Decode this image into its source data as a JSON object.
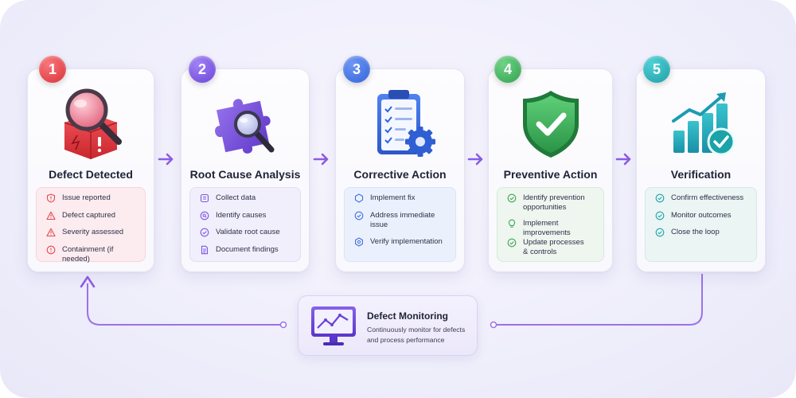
{
  "steps": [
    {
      "number": "1",
      "title": "Defect Detected",
      "color": "#e5484d",
      "items": [
        {
          "icon": "shield-alert-icon",
          "text": "Issue reported"
        },
        {
          "icon": "warning-triangle-icon",
          "text": "Defect captured"
        },
        {
          "icon": "warning-triangle-icon",
          "text": "Severity assessed"
        },
        {
          "icon": "alert-circle-icon",
          "text": "Containment (if needed)"
        }
      ]
    },
    {
      "number": "2",
      "title": "Root Cause Analysis",
      "color": "#7b55e0",
      "items": [
        {
          "icon": "database-icon",
          "text": "Collect data"
        },
        {
          "icon": "search-icon",
          "text": "Identify causes"
        },
        {
          "icon": "check-circle-icon",
          "text": "Validate root cause"
        },
        {
          "icon": "document-icon",
          "text": "Document findings"
        }
      ]
    },
    {
      "number": "3",
      "title": "Corrective Action",
      "color": "#3f6fe0",
      "items": [
        {
          "icon": "shield-icon",
          "text": "Implement fix"
        },
        {
          "icon": "check-circle-icon",
          "text": "Address immediate issue"
        },
        {
          "icon": "gear-icon",
          "text": "Verify implementation"
        }
      ]
    },
    {
      "number": "4",
      "title": "Preventive Action",
      "color": "#3ea65a",
      "items": [
        {
          "icon": "check-circle-icon",
          "text": "Identify prevention opportunities"
        },
        {
          "icon": "lightbulb-icon",
          "text": "Implement improvements"
        },
        {
          "icon": "check-circle-icon",
          "text": "Update processes & controls"
        }
      ]
    },
    {
      "number": "5",
      "title": "Verification",
      "color": "#1fa3a8",
      "items": [
        {
          "icon": "check-circle-icon",
          "text": "Confirm effectiveness"
        },
        {
          "icon": "check-circle-icon",
          "text": "Monitor outcomes"
        },
        {
          "icon": "check-circle-icon",
          "text": "Close the loop"
        }
      ]
    }
  ],
  "monitoring": {
    "title": "Defect Monitoring",
    "description": "Continuously monitor for defects and process performance",
    "icon": "monitor-chart-icon"
  },
  "colors": {
    "flow_arrow": "#8a5ce6"
  }
}
